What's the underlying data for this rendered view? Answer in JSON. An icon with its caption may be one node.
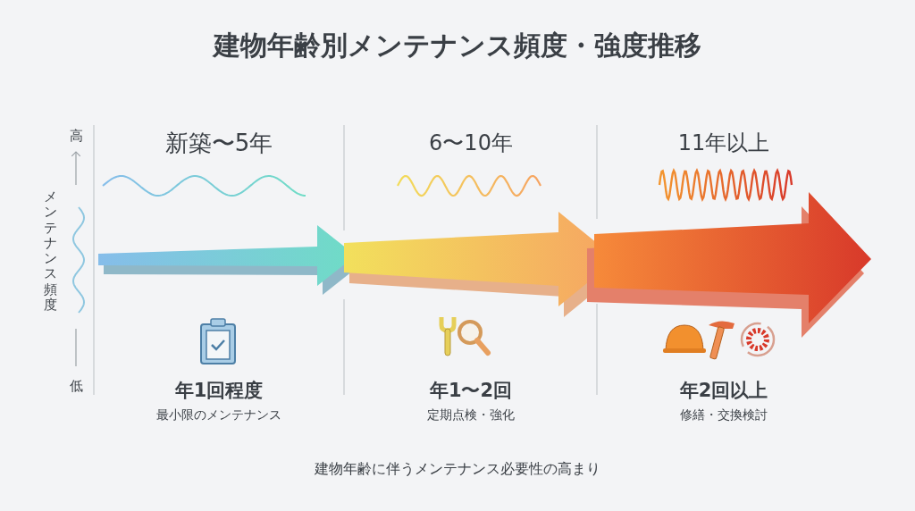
{
  "diagram": {
    "title": "建物年齢別メンテナンス頻度・強度推移",
    "caption": "建物年齢に伴うメンテナンス必要性の高まり",
    "labels": [
      "高",
      "新築〜5年",
      "6〜10年",
      "11年以上",
      "メンテナンス頻度",
      "低",
      "年1回程度",
      "最小限のメンテナンス",
      "年1〜2回",
      "定期点検・強化",
      "年2回以上",
      "修繕・交換検討"
    ]
  }
}
